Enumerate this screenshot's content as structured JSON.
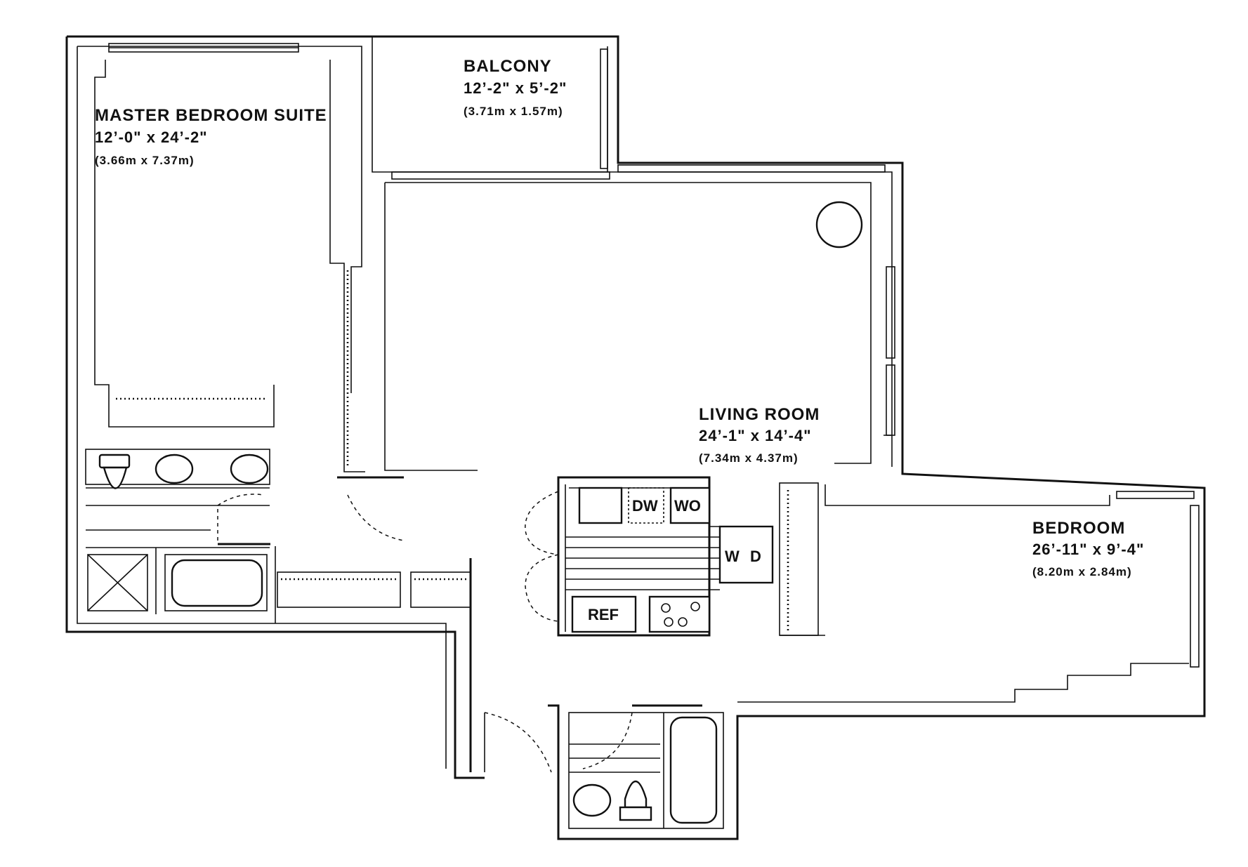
{
  "rooms": {
    "master_bedroom": {
      "name": "MASTER BEDROOM SUITE",
      "dims": "12’-0\" x 24’-2\"",
      "metric": "(3.66m x 7.37m)"
    },
    "balcony": {
      "name": "BALCONY",
      "dims": "12’-2\" x 5’-2\"",
      "metric": "(3.71m x 1.57m)"
    },
    "living_room": {
      "name": "LIVING ROOM",
      "dims": "24’-1\" x 14’-4\"",
      "metric": "(7.34m x 4.37m)"
    },
    "bedroom": {
      "name": "BEDROOM",
      "dims": "26’-11\" x 9’-4\"",
      "metric": "(8.20m x 2.84m)"
    }
  },
  "appliances": {
    "dishwasher": "DW",
    "wall_oven": "WO",
    "washer": "W",
    "dryer": "D",
    "refrigerator": "REF"
  }
}
